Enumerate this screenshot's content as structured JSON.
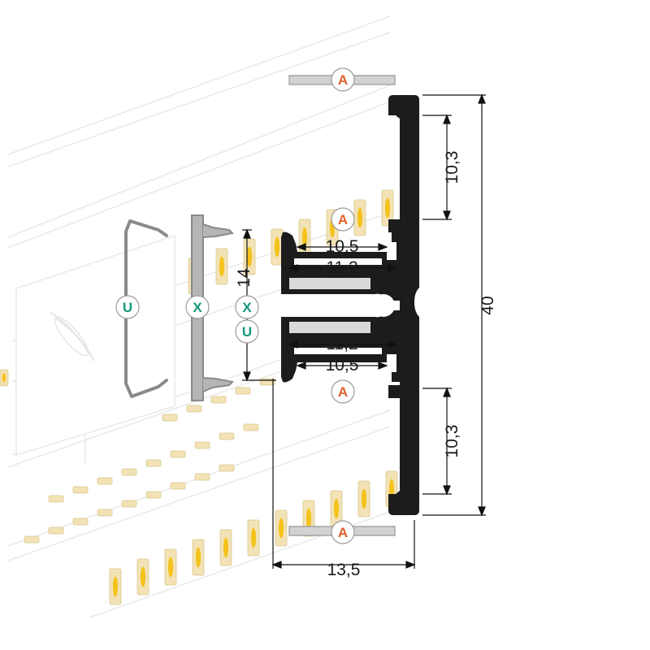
{
  "colors": {
    "profile": "#1c1c1c",
    "cover_a": "#d2d2d2",
    "badge_a": "#e0602a",
    "badge_u": "#13997a",
    "badge_x": "#13997a",
    "led_chip": "#f2e2b5",
    "led_dot": "#f4c21b",
    "line": "#111111",
    "ghost": "#e6e6e6"
  },
  "dimensions": {
    "height_total": "40",
    "width_total": "13,5",
    "channel_top_height": "10,3",
    "channel_bottom_height": "10,3",
    "top_slot_inner": "10,5",
    "top_slot_outer": "11,2",
    "bottom_slot_outer": "11,2",
    "bottom_slot_inner": "10,5",
    "clip_height": "14"
  },
  "badges": {
    "cover_top": "A",
    "cover_bottom": "A",
    "strip_top": "A",
    "strip_bottom": "A",
    "clip_u_side": "U",
    "clip_x_side": "X",
    "clip_u_profile": "U",
    "clip_x_profile": "X"
  }
}
